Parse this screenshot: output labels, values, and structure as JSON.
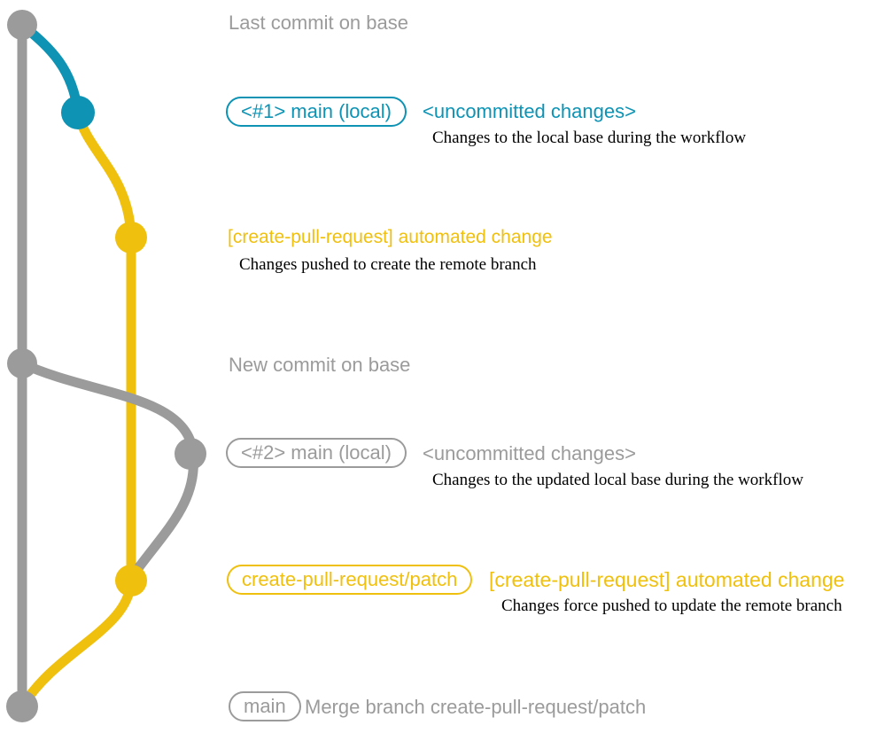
{
  "colors": {
    "base_gray": "#9b9b9b",
    "local_blue": "#0e93b4",
    "branch_yellow": "#f0c00e",
    "note_black": "#000000"
  },
  "rows": {
    "last_commit": {
      "label": "Last commit on base"
    },
    "local_commit_1": {
      "badge": "<#1> main (local)",
      "message": "<uncommitted changes>",
      "note": "Changes to the local base during the workflow"
    },
    "push_1": {
      "message": "[create-pull-request] automated change",
      "note": "Changes pushed to create the remote branch"
    },
    "new_commit": {
      "label": "New commit on base"
    },
    "local_commit_2": {
      "badge": "<#2> main (local)",
      "message": "<uncommitted changes>",
      "note": "Changes to the updated local base during the workflow"
    },
    "push_2": {
      "badge": "create-pull-request/patch",
      "message": "[create-pull-request] automated change",
      "note": "Changes force pushed to update the remote branch"
    },
    "merge": {
      "badge": "main",
      "message": "Merge branch create-pull-request/patch"
    }
  }
}
